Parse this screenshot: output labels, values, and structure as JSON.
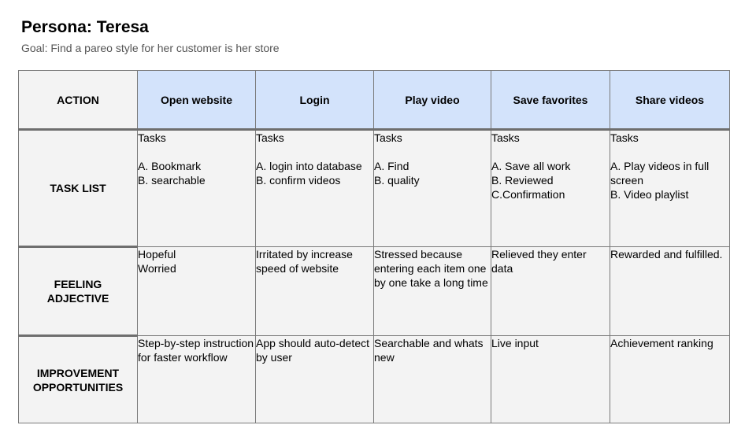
{
  "persona_title": "Persona: Teresa",
  "goal": "Goal: Find a pareo style for her customer is her store",
  "table": {
    "corner": "ACTION",
    "columns": [
      "Open website",
      "Login",
      "Play video",
      "Save favorites",
      "Share videos"
    ],
    "rows": [
      {
        "label": "TASK LIST",
        "cells": [
          {
            "heading": "Tasks",
            "lines": [
              "A. Bookmark",
              "B. searchable"
            ]
          },
          {
            "heading": "Tasks",
            "lines": [
              "A. login into database",
              "B. confirm videos"
            ]
          },
          {
            "heading": "Tasks",
            "lines": [
              "A. Find",
              "B. quality"
            ]
          },
          {
            "heading": "Tasks",
            "lines": [
              "A. Save all work",
              "B. Reviewed",
              "C.Confirmation"
            ]
          },
          {
            "heading": "Tasks",
            "lines": [
              "A. Play videos in full screen",
              "B. Video playlist"
            ]
          }
        ]
      },
      {
        "label": "FEELING ADJECTIVE",
        "cells": [
          {
            "lines": [
              "Hopeful",
              "Worried"
            ]
          },
          {
            "lines": [
              "Irritated by increase speed of website"
            ]
          },
          {
            "lines": [
              "Stressed because entering each item one by one take a long time"
            ]
          },
          {
            "lines": [
              "Relieved they enter data"
            ]
          },
          {
            "lines": [
              "Rewarded and fulfilled."
            ]
          }
        ]
      },
      {
        "label": "IMPROVEMENT OPPORTUNITIES",
        "cells": [
          {
            "lines": [
              "Step-by-step instruction for faster workflow"
            ]
          },
          {
            "lines": [
              "App should auto-detect by user"
            ]
          },
          {
            "lines": [
              "Searchable and whats new"
            ]
          },
          {
            "lines": [
              "Live input"
            ]
          },
          {
            "lines": [
              "Achievement ranking"
            ]
          }
        ]
      }
    ]
  }
}
